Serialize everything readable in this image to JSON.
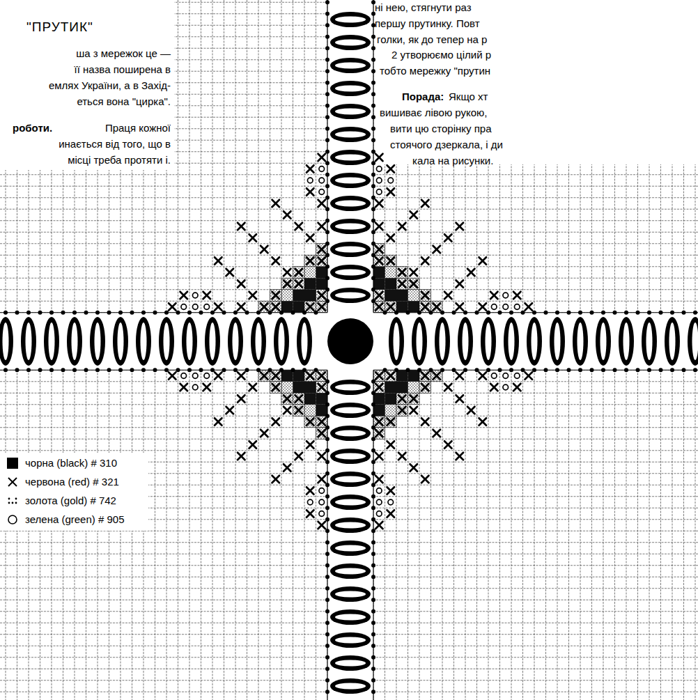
{
  "diagram": {
    "title": "\"ПРУТИК\"",
    "labels": [
      "ша з мережок це —",
      "її назва поширена в",
      "емлях України, а в Захід-",
      "еться вона \"цирка\".",
      "роботи.",
      "Праця кожної",
      "инається від того, що в",
      "місці треба протяти і.",
      "ні нею, стягнути раз",
      "першу прутинку. Повт",
      "голки, як до тепер на р",
      "2 утворюємо цілий р",
      "тобто мережку \"прутин",
      "Порада:",
      "Якщо хт",
      "вишиває лівою рукою,",
      "вити цю сторінку пра",
      "стоячого дзеркала, і ди",
      "кала на рисунки."
    ],
    "legend": [
      {
        "text": "чорна (black) # 310",
        "color": "#000000"
      },
      {
        "text": "червона (red) # 321"
      },
      {
        "text": "золота (gold) # 742"
      },
      {
        "text": "зелена (green) # 905"
      }
    ]
  }
}
